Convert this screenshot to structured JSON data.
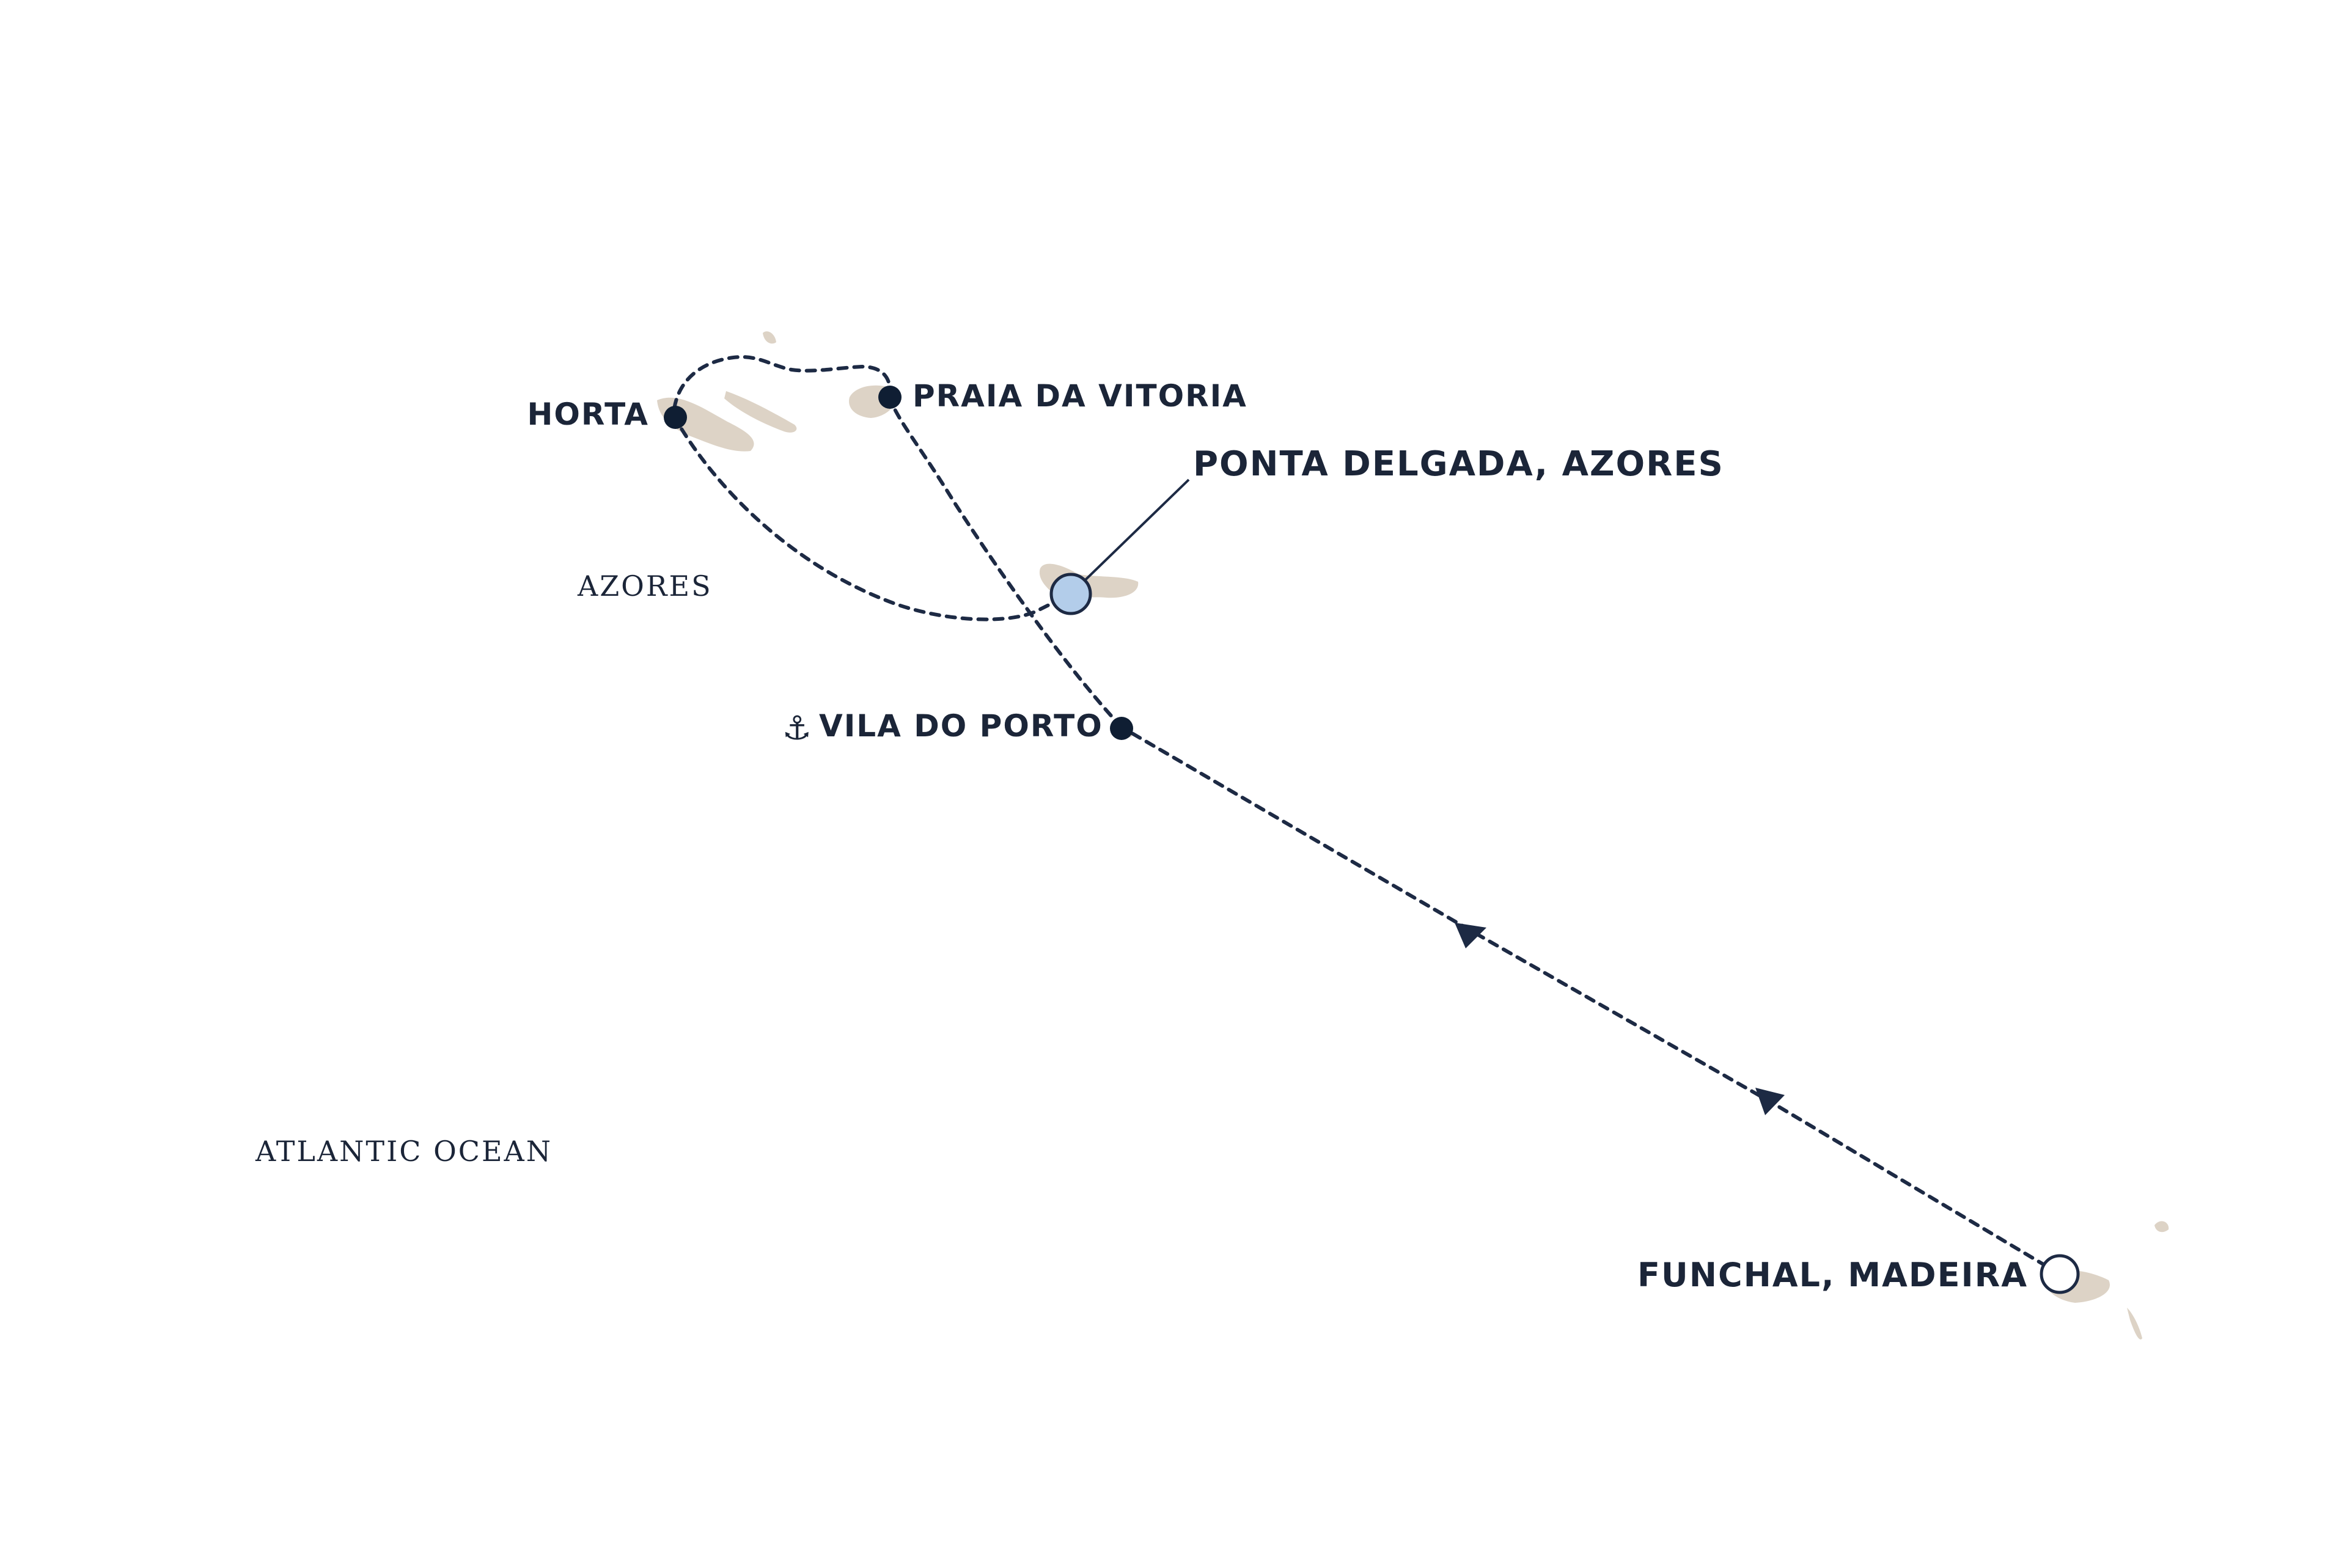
{
  "map": {
    "regions": {
      "azores": "AZORES",
      "atlantic": "ATLANTIC OCEAN"
    },
    "ports": {
      "horta": "HORTA",
      "praia": "PRAIA DA VITORIA",
      "ponta_delgada": "PONTA DELGADA, AZORES",
      "vila_do_porto": "VILA DO PORTO",
      "funchal": "FUNCHAL, MADEIRA"
    },
    "icons": {
      "anchor": "anchor-icon",
      "anchor_glyph": "⚓"
    },
    "colors": {
      "route": "#1d2a44",
      "port_dot": "#0f1e33",
      "land": "#ddd3c6",
      "highlight_port": "#b3cdea",
      "start_port": "#ffffff"
    }
  }
}
